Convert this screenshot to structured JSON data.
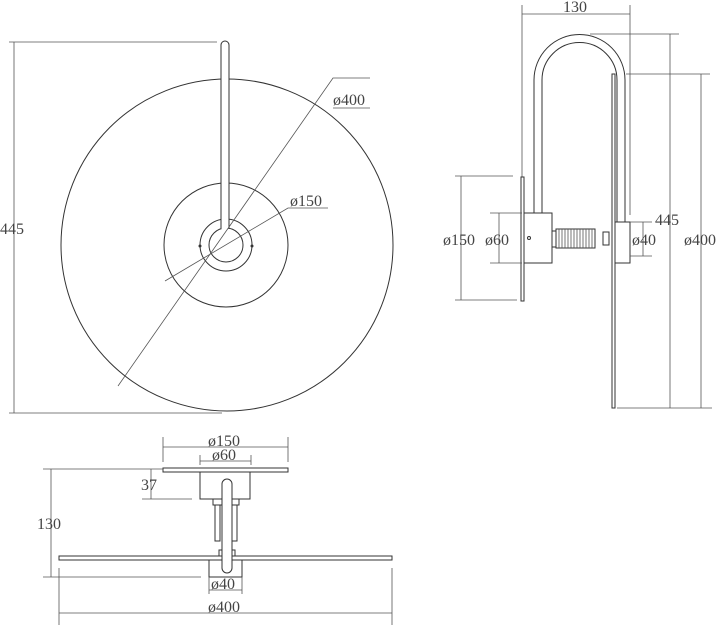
{
  "front_view": {
    "height_label": "445",
    "shade_diameter_label": "ø400",
    "plate_diameter_label": "ø150"
  },
  "side_view": {
    "depth_label": "130",
    "height_label": "445",
    "shade_diameter_label": "ø400",
    "plate_diameter_label": "ø150",
    "box_diameter_label": "ø60",
    "hub_diameter_label": "ø40"
  },
  "top_view": {
    "plate_diameter_label": "ø150",
    "box_diameter_label": "ø60",
    "box_depth_label": "37",
    "depth_label": "130",
    "hub_diameter_label": "ø40",
    "shade_diameter_label": "ø400"
  }
}
